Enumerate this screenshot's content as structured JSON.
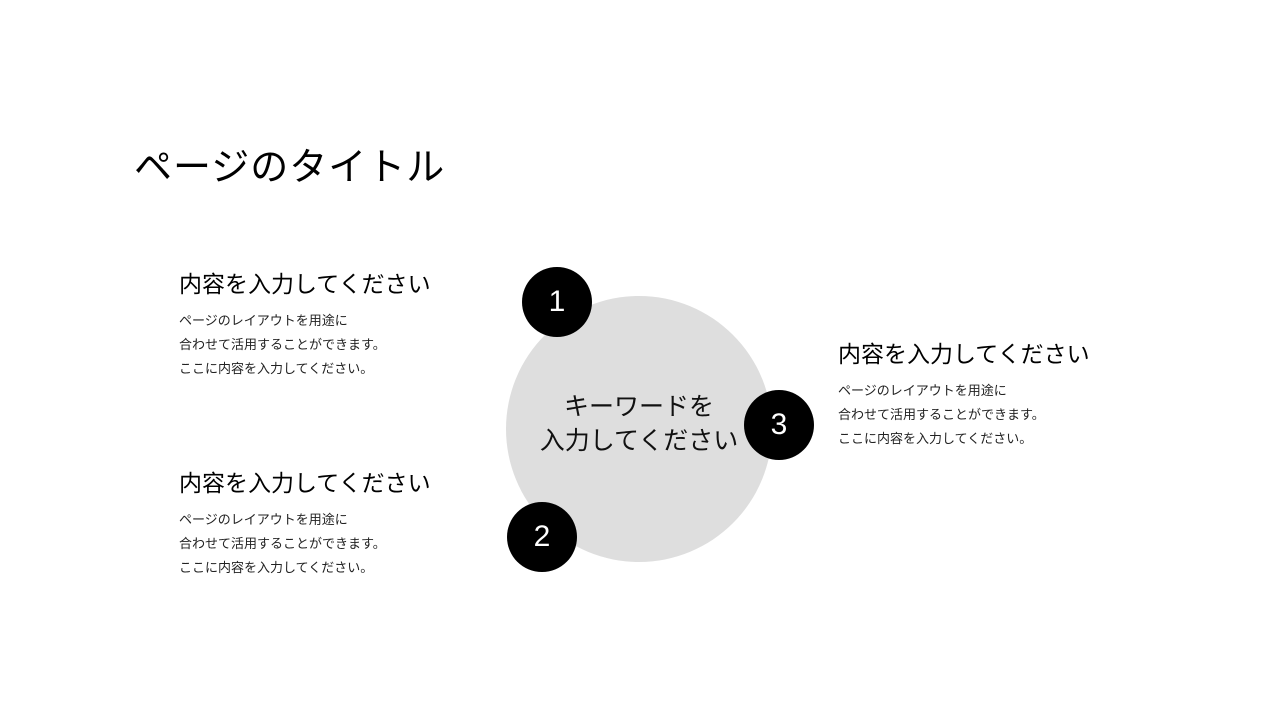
{
  "slide": {
    "title": "ページのタイトル",
    "center": {
      "keyword_line1": "キーワードを",
      "keyword_line2": "入力してください",
      "circle_color": "#dedede"
    },
    "badges": [
      {
        "number": "1"
      },
      {
        "number": "2"
      },
      {
        "number": "3"
      }
    ],
    "blocks": [
      {
        "heading": "内容を入力してください",
        "lines": [
          "ページのレイアウトを用途に",
          "合わせて活用することができます。",
          "ここに内容を入力してください。"
        ]
      },
      {
        "heading": "内容を入力してください",
        "lines": [
          "ページのレイアウトを用途に",
          "合わせて活用することができます。",
          "ここに内容を入力してください。"
        ]
      },
      {
        "heading": "内容を入力してください",
        "lines": [
          "ページのレイアウトを用途に",
          "合わせて活用することができます。",
          "ここに内容を入力してください。"
        ]
      }
    ],
    "badge_color": "#000000"
  }
}
